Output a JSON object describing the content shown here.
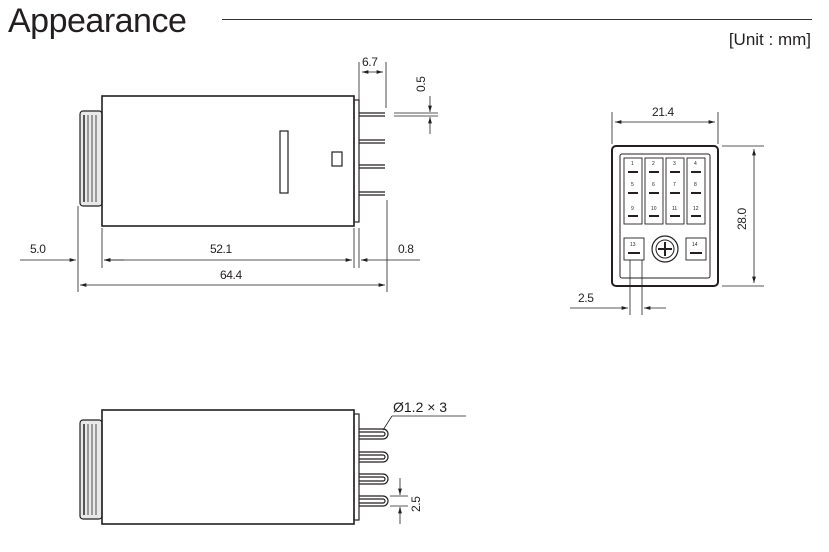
{
  "title": "Appearance",
  "unit_label": "[Unit : mm]",
  "side_view": {
    "dim_pin_length": "6.7",
    "dim_pin_thickness": "0.5",
    "dim_knob": "5.0",
    "dim_body": "52.1",
    "dim_base": "0.8",
    "dim_total": "64.4"
  },
  "bottom_view": {
    "dim_width": "21.4",
    "dim_height": "28.0",
    "dim_pin_pitch": "2.5",
    "pin_labels": [
      "1",
      "2",
      "3",
      "4",
      "5",
      "6",
      "7",
      "8",
      "9",
      "10",
      "11",
      "12"
    ],
    "coil_labels": [
      "13",
      "14"
    ]
  },
  "top_view": {
    "dim_pin_dia": "Ø1.2 × 3",
    "dim_pin_pitch": "2.5"
  }
}
